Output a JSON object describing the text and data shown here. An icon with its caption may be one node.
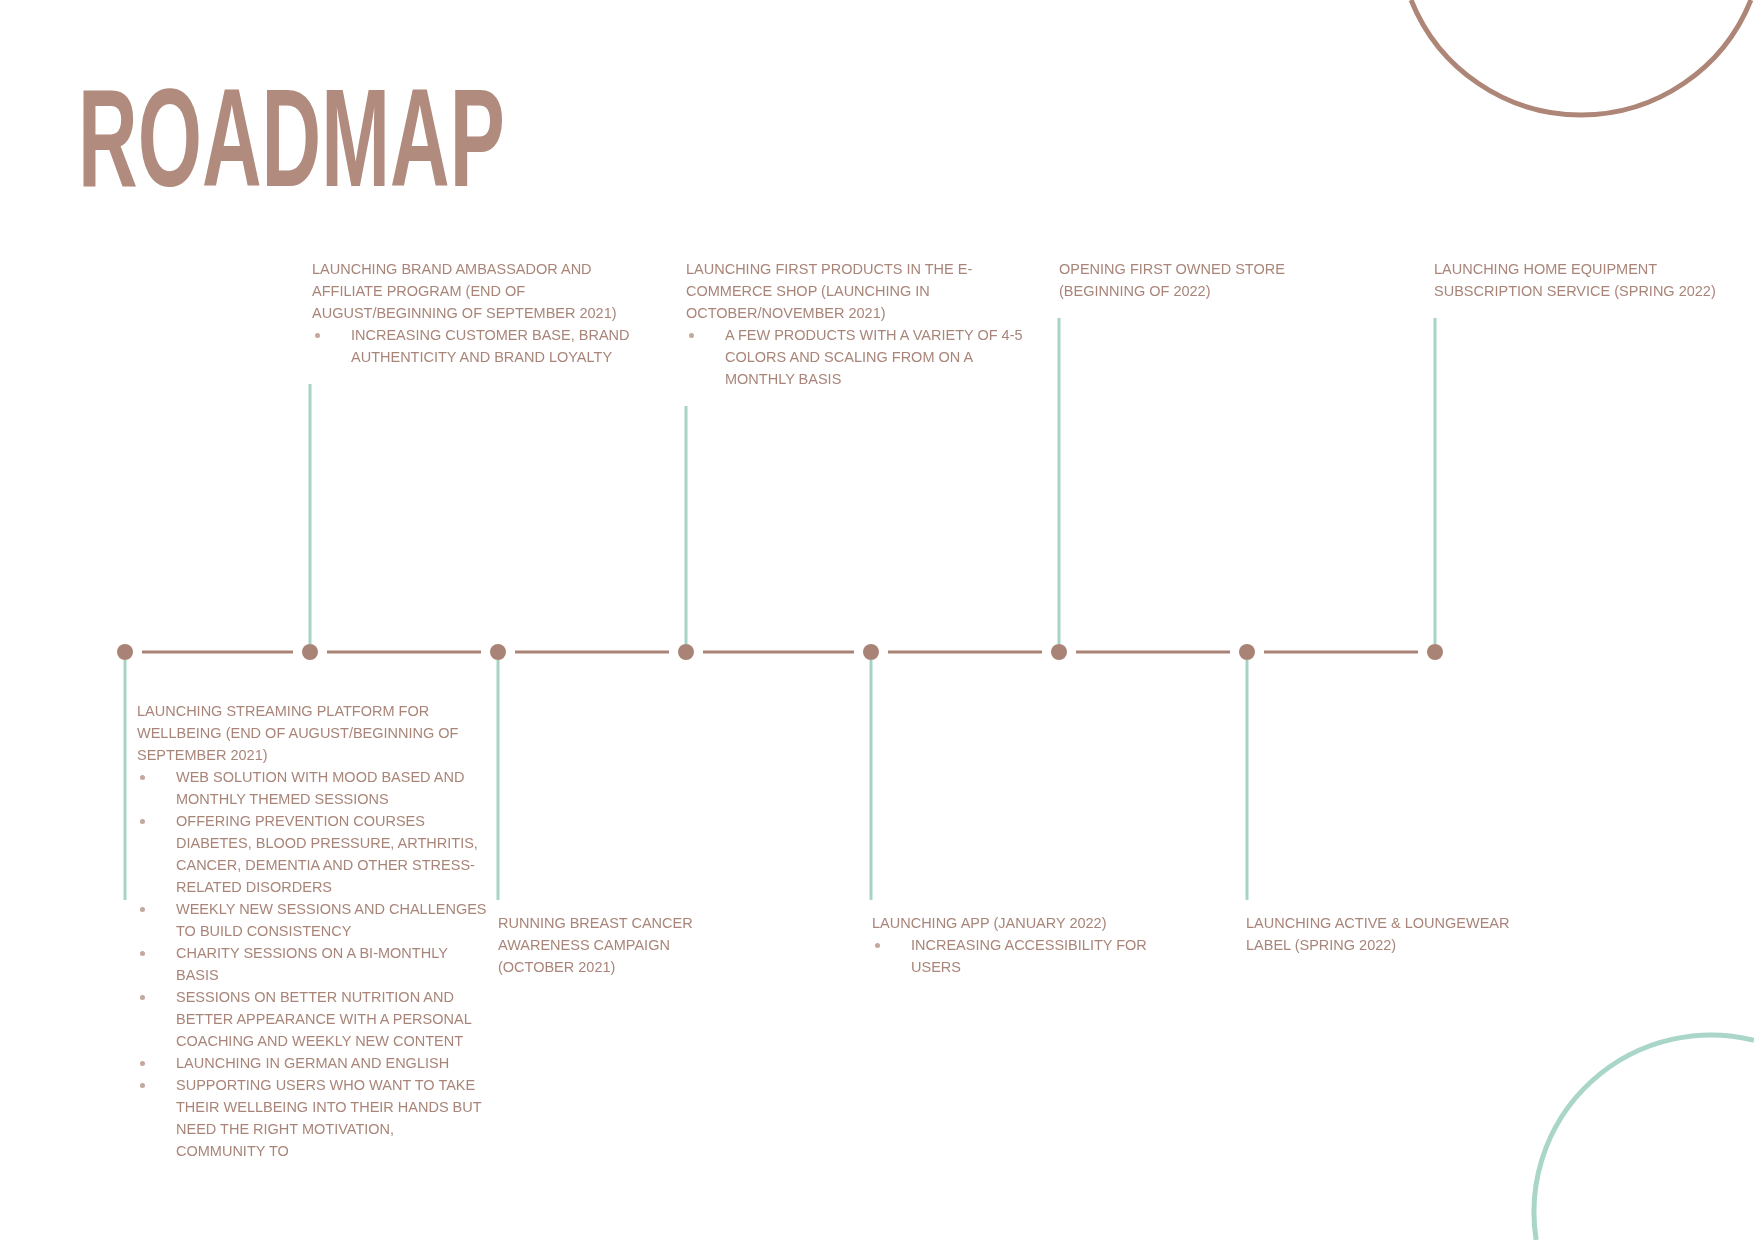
{
  "diagram": {
    "title": "ROADMAP",
    "nodes": [
      {
        "text": [],
        "shape": "circle"
      },
      {
        "text": [],
        "shape": "circle"
      },
      {
        "text": [],
        "shape": "circle"
      },
      {
        "text": [],
        "shape": "circle"
      },
      {
        "text": [],
        "shape": "circle"
      },
      {
        "text": [],
        "shape": "circle"
      },
      {
        "text": [],
        "shape": "circle"
      },
      {
        "text": [],
        "shape": "circle"
      },
      {
        "text": [
          "LAUNCHING STREAMING PLATFORM FOR WELLBEING (END OF AUGUST/BEGINNING OF SEPTEMBER 2021)",
          "WEB SOLUTION WITH MOOD BASED AND MONTHLY THEMED SESSIONS",
          "OFFERING PREVENTION COURSES DIABETES, BLOOD PRESSURE, ARTHRITIS, CANCER, DEMENTIA AND OTHER STRESS-RELATED DISORDERS",
          "WEEKLY NEW SESSIONS AND CHALLENGES TO BUILD CONSISTENCY",
          "CHARITY SESSIONS ON A BI-MONTHLY BASIS",
          "SESSIONS ON BETTER NUTRITION AND BETTER APPEARANCE WITH A PERSONAL COACHING AND WEEKLY NEW CONTENT",
          "LAUNCHING IN GERMAN AND ENGLISH",
          "SUPPORTING USERS WHO WANT TO TAKE THEIR WELLBEING INTO THEIR HANDS BUT NEED THE RIGHT MOTIVATION, COMMUNITY TO"
        ]
      },
      {
        "text": [
          "LAUNCHING BRAND AMBASSADOR AND AFFILIATE PROGRAM (END OF AUGUST/BEGINNING OF SEPTEMBER 2021)",
          "INCREASING CUSTOMER BASE, BRAND AUTHENTICITY AND BRAND LOYALTY"
        ]
      },
      {
        "text": [
          "RUNNING BREAST CANCER AWARENESS CAMPAIGN (OCTOBER 2021)"
        ]
      },
      {
        "text": [
          "LAUNCHING FIRST PRODUCTS IN THE E-COMMERCE SHOP (LAUNCHING IN OCTOBER/NOVEMBER 2021)",
          "A FEW PRODUCTS WITH A VARIETY OF 4-5 COLORS AND SCALING FROM ON A MONTHLY BASIS"
        ]
      },
      {
        "text": [
          "LAUNCHING APP (JANUARY 2022)",
          "INCREASING ACCESSIBILITY FOR USERS"
        ]
      },
      {
        "text": [
          "OPENING FIRST OWNED STORE (BEGINNING OF 2022)"
        ]
      },
      {
        "text": [
          "LAUNCHING ACTIVE & LOUNGEWEAR LABEL (SPRING 2022)"
        ]
      },
      {
        "text": [
          "LAUNCHING HOME EQUIPMENT SUBSCRIPTION SERVICE (SPRING 2022)"
        ]
      }
    ],
    "edges": [
      {
        "from": 0,
        "to": 1,
        "arrow": "none",
        "color": "#a98376"
      },
      {
        "from": 1,
        "to": 2,
        "arrow": "none",
        "color": "#a98376"
      },
      {
        "from": 2,
        "to": 3,
        "arrow": "none",
        "color": "#a98376"
      },
      {
        "from": 3,
        "to": 4,
        "arrow": "none",
        "color": "#a98376"
      },
      {
        "from": 4,
        "to": 5,
        "arrow": "none",
        "color": "#a98376"
      },
      {
        "from": 5,
        "to": 6,
        "arrow": "none",
        "color": "#a98376"
      },
      {
        "from": 6,
        "to": 7,
        "arrow": "none",
        "color": "#a98376"
      },
      {
        "from": 0,
        "to": 8,
        "arrow": "none"
      },
      {
        "from": 1,
        "to": 9,
        "arrow": "none"
      },
      {
        "from": 2,
        "to": 10,
        "arrow": "none"
      },
      {
        "from": 3,
        "to": 11,
        "arrow": "none"
      },
      {
        "from": 4,
        "to": 12,
        "arrow": "none"
      },
      {
        "from": 5,
        "to": 13,
        "arrow": "none"
      },
      {
        "from": 6,
        "to": 14,
        "arrow": "none"
      },
      {
        "from": 7,
        "to": 15,
        "arrow": "none"
      }
    ]
  }
}
